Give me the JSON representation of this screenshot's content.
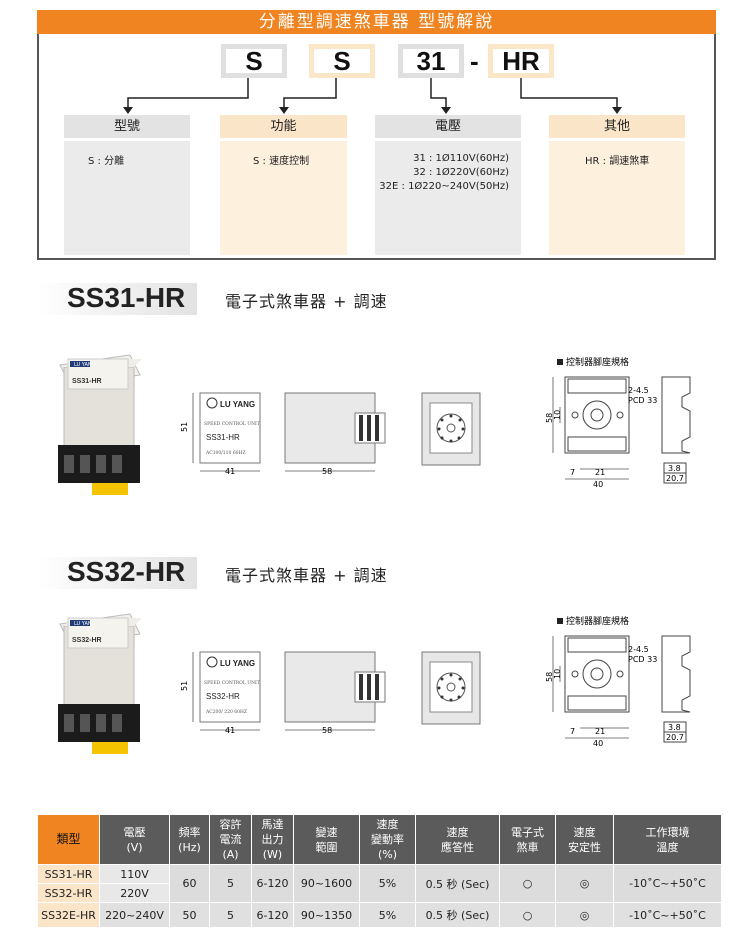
{
  "panel": {
    "title": "分離型調速煞車器 型號解說",
    "codes": [
      "S",
      "S",
      "31",
      "HR"
    ],
    "dash": "-",
    "columns": [
      {
        "head": "型號",
        "lines": [
          "S : 分離"
        ]
      },
      {
        "head": "功能",
        "lines": [
          "S : 速度控制"
        ]
      },
      {
        "head": "電壓",
        "lines": [
          "31 : 1Ø110V(60Hz)",
          "32 : 1Ø220V(60Hz)",
          "32E : 1Ø220~240V(50Hz)"
        ]
      },
      {
        "head": "其他",
        "lines": [
          "HR : 調速煞車"
        ]
      }
    ]
  },
  "products": [
    {
      "model": "SS31-HR",
      "subtitle": "電子式煞車器 + 調速",
      "device_brand": "LU YANG",
      "device_label": "SS31-HR",
      "plate_brand": "LU YANG",
      "plate_line1": "SPEED CONTROL UNIT",
      "plate_model": "SS31-HR",
      "plate_spec": "AC100/110  60HZ",
      "dim_height": "51",
      "dim_width": "41",
      "dim_depth": "58",
      "socket": {
        "title": "控制器腳座規格",
        "hole": "2-4.5",
        "pcd": "PCD 33",
        "h58": "58",
        "h10": "10",
        "w7": "7",
        "w21": "21",
        "w40": "40",
        "s38": "3.8",
        "s207": "20.7"
      }
    },
    {
      "model": "SS32-HR",
      "subtitle": "電子式煞車器 + 調速",
      "device_brand": "LU YANG",
      "device_label": "SS32-HR",
      "plate_brand": "LU YANG",
      "plate_line1": "SPEED CONTROL UNIT",
      "plate_model": "SS32-HR",
      "plate_spec": "AC200/ 220  60HZ",
      "dim_height": "51",
      "dim_width": "41",
      "dim_depth": "58",
      "socket": {
        "title": "控制器腳座規格",
        "hole": "2-4.5",
        "pcd": "PCD 33",
        "h58": "58",
        "h10": "10",
        "w7": "7",
        "w21": "21",
        "w40": "40",
        "s38": "3.8",
        "s207": "20.7"
      }
    }
  ],
  "table": {
    "headers": [
      [
        "類型"
      ],
      [
        "電壓",
        "(V)"
      ],
      [
        "頻率",
        "(Hz)"
      ],
      [
        "容許",
        "電流",
        "(A)"
      ],
      [
        "馬達",
        "出力",
        "(W)"
      ],
      [
        "變速",
        "範圍"
      ],
      [
        "速度",
        "變動率",
        "(%)"
      ],
      [
        "速度",
        "應答性"
      ],
      [
        "電子式",
        "煞車"
      ],
      [
        "速度",
        "安定性"
      ],
      [
        "工作環境",
        "溫度"
      ]
    ],
    "rows": [
      {
        "model": "SS31-HR",
        "voltage": "110V"
      },
      {
        "model": "SS32-HR",
        "voltage": "220V"
      },
      {
        "model": "SS32E-HR",
        "voltage": "220~240V"
      }
    ],
    "shared": {
      "freq": "60",
      "current": "5",
      "power": "6-120",
      "range": "90~1600",
      "var": "5%",
      "resp": "0.5 秒 (Sec)",
      "brake": "○",
      "stab": "◎",
      "temp": "-10˚C~+50˚C"
    },
    "row3": {
      "freq": "50",
      "current": "5",
      "power": "6-120",
      "range": "90~1350",
      "var": "5%",
      "resp": "0.5 秒 (Sec)",
      "brake": "○",
      "stab": "◎",
      "temp": "-10˚C~+50˚C"
    }
  },
  "colors": {
    "accent": "#ef8421",
    "header_gray": "#5b5b5b",
    "tan": "#fbe5c8"
  }
}
